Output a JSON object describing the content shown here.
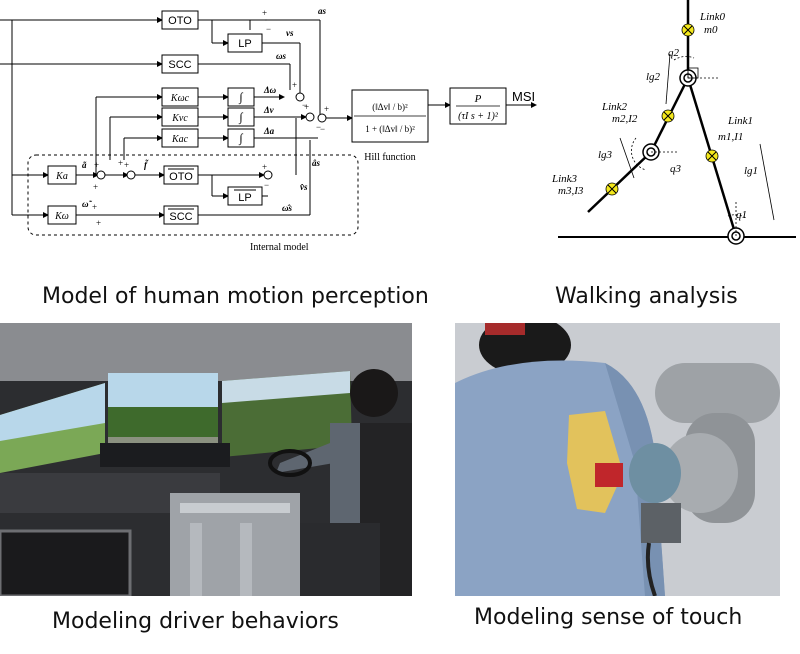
{
  "captions": {
    "top_left": "Model of human motion perception",
    "top_right": "Walking analysis",
    "bottom_left": "Modeling driver behaviors",
    "bottom_right": "Modeling sense of touch"
  },
  "block_diagram": {
    "blocks": {
      "oto": "OTO",
      "lp": "LP",
      "scc": "SCC",
      "oto_bar": "OTO",
      "lp_bar": "LP",
      "scc_bar": "SCC",
      "k_a": "Ka",
      "k_omega": "Kω",
      "k_dw": "Kωc",
      "k_dv": "Kvc",
      "k_da": "Kac",
      "integrator": "∫",
      "p": "P"
    },
    "signals": {
      "a_s": "as",
      "v_s": "vs",
      "omega_s": "ωs",
      "delta_omega": "Δω",
      "delta_v": "Δv",
      "delta_a": "Δa",
      "a_hat_s": "âs",
      "v_hat_s": "v̂s",
      "omega_hat_s": "ω̂s",
      "a_tilde": "ã",
      "omega_tilde": "ω̃",
      "f_tilde": "f̃",
      "output": "MSI"
    },
    "hill_numerator": "(‖Δv‖ / b)²",
    "hill_denominator": "1 + (‖Δv‖ / b)²",
    "p_denominator": "(τI s + 1)²",
    "hill_label": "Hill function",
    "internal_model_label": "Internal model"
  },
  "walking": {
    "link0": "Link0",
    "m0": "m0",
    "link1": "Link1",
    "m1i1": "m1,I1",
    "link2": "Link2",
    "m2i2": "m2,I2",
    "link3": "Link3",
    "m3i3": "m3,I3",
    "q1": "q1",
    "q2": "q2",
    "q3": "q3",
    "lg1": "lg1",
    "lg2": "lg2",
    "lg3": "lg3"
  },
  "colors": {
    "mass_point": "#f4e81c",
    "driver_screen_sky": "#b8d7ea",
    "driver_screen_trees": "#3e6a2c",
    "coat_blue": "#8ba3c4",
    "glove_yellow": "#e2c25c",
    "robot_gray": "#9ea2a6"
  }
}
